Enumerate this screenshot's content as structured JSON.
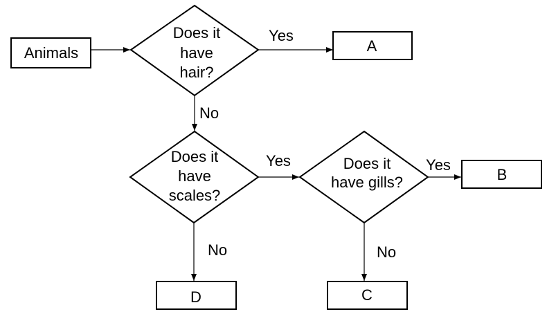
{
  "diagram": {
    "nodes": {
      "animals": "Animals",
      "q_hair": [
        "Does it",
        "have",
        "hair?"
      ],
      "a": "A",
      "q_scales": [
        "Does it",
        "have",
        "scales?"
      ],
      "q_gills": [
        "Does it",
        "have gills?"
      ],
      "b": "B",
      "c": "C",
      "d": "D"
    },
    "edges": {
      "hair_yes": "Yes",
      "hair_no": "No",
      "scales_yes": "Yes",
      "scales_no": "No",
      "gills_yes": "Yes",
      "gills_no": "No"
    }
  }
}
